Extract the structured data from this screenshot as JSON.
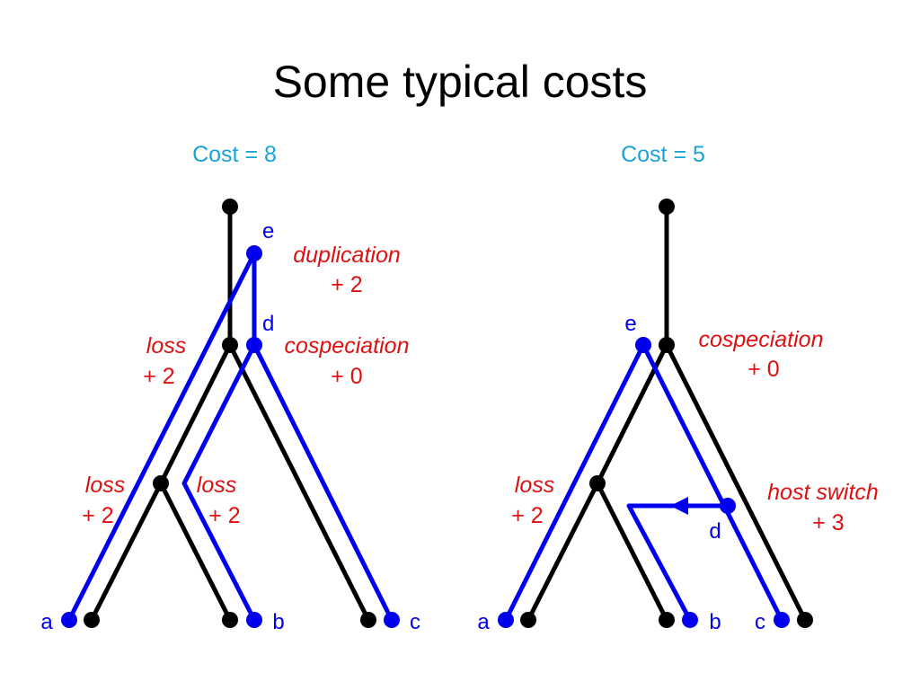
{
  "title": "Some typical costs",
  "colors": {
    "host": "#000000",
    "parasite": "#0000ee",
    "cost": "#1aa3d9",
    "event": "#dd1111"
  },
  "left": {
    "cost": "Cost = 8",
    "labels": {
      "a": "a",
      "b": "b",
      "c": "c",
      "d": "d",
      "e": "e"
    },
    "events": [
      {
        "name": "duplication",
        "cost": "+ 2"
      },
      {
        "name": "loss",
        "cost": "+ 2"
      },
      {
        "name": "cospeciation",
        "cost": "+ 0"
      },
      {
        "name": "loss",
        "cost": "+ 2"
      },
      {
        "name": "loss",
        "cost": "+ 2"
      }
    ]
  },
  "right": {
    "cost": "Cost = 5",
    "labels": {
      "a": "a",
      "b": "b",
      "c": "c",
      "d": "d",
      "e": "e"
    },
    "events": [
      {
        "name": "cospeciation",
        "cost": "+ 0"
      },
      {
        "name": "loss",
        "cost": "+ 2"
      },
      {
        "name": "host switch",
        "cost": "+ 3"
      }
    ]
  }
}
